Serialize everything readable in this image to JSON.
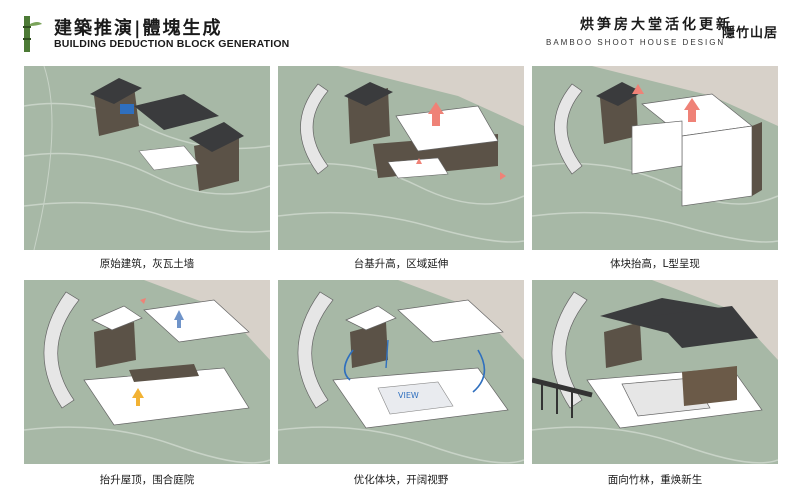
{
  "header": {
    "title_zh": "建築推演|體塊生成",
    "title_en": "BUILDING DEDUCTION BLOCK GENERATION",
    "project_zh": "烘笋房大堂活化更新",
    "project_en": "BAMBOO SHOOT HOUSE DESIGN",
    "logo_text": "隱竹山居"
  },
  "steps": [
    {
      "caption": "原始建筑，灰瓦土墙"
    },
    {
      "caption": "台基升高，区域延伸"
    },
    {
      "caption": "体块抬高，L型呈现"
    },
    {
      "caption": "抬升屋顶，围合庭院"
    },
    {
      "caption": "优化体块，开阔视野"
    },
    {
      "caption": "面向竹林，重焕新生"
    }
  ],
  "annotations": {
    "view_label": "VIEW"
  },
  "colors": {
    "terrain": "#a7b8a6",
    "terrain_line": "#c8d3c7",
    "road": "#d7d1c9",
    "stone_wall": "#5b5247",
    "roof_tile": "#3a3b3d",
    "block_white": "#ffffff",
    "arrow_up": "#ef8277",
    "arrow_blue": "#6f94c9",
    "arrow_yellow": "#f2b233",
    "accent_blue": "#2f6fbe"
  }
}
